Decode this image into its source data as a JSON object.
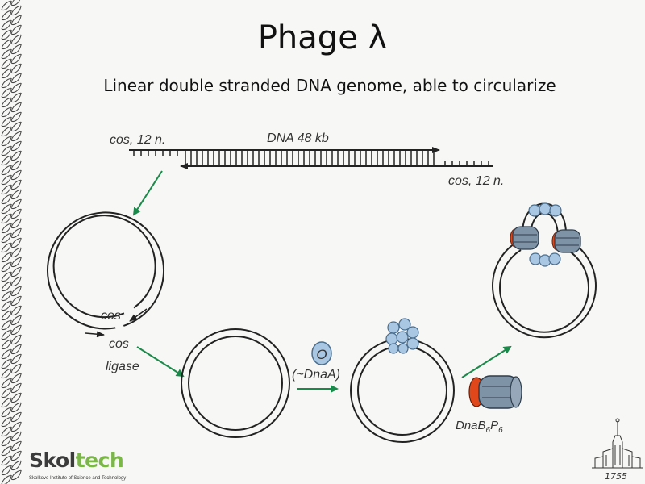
{
  "slide": {
    "title": "Phage λ",
    "subtitle": "Linear double stranded DNA genome, able to circularize"
  },
  "diagram": {
    "cos_left": "cos, 12 n.",
    "dna_length": "DNA 48 kb",
    "cos_right": "cos, 12 n.",
    "cos_top": "cos",
    "cos_bottom": "cos",
    "ligase": "ligase",
    "protein_o": "O",
    "dnaa_note": "(~DnaA)",
    "dnab_main": "DnaB",
    "dnab_sub1": "6",
    "dnab_p": "P",
    "dnab_sub2": "6"
  },
  "colors": {
    "arrow": "#1a8a4a",
    "helicase_body": "#7f93a6",
    "helicase_accent": "#e0481c",
    "protein_o_fill": "#a9c6e2"
  },
  "logo": {
    "word_a": "Skol",
    "word_b": "tech",
    "tagline": "Skolkovo Institute of Science and Technology"
  },
  "msu": {
    "year": "1755"
  }
}
